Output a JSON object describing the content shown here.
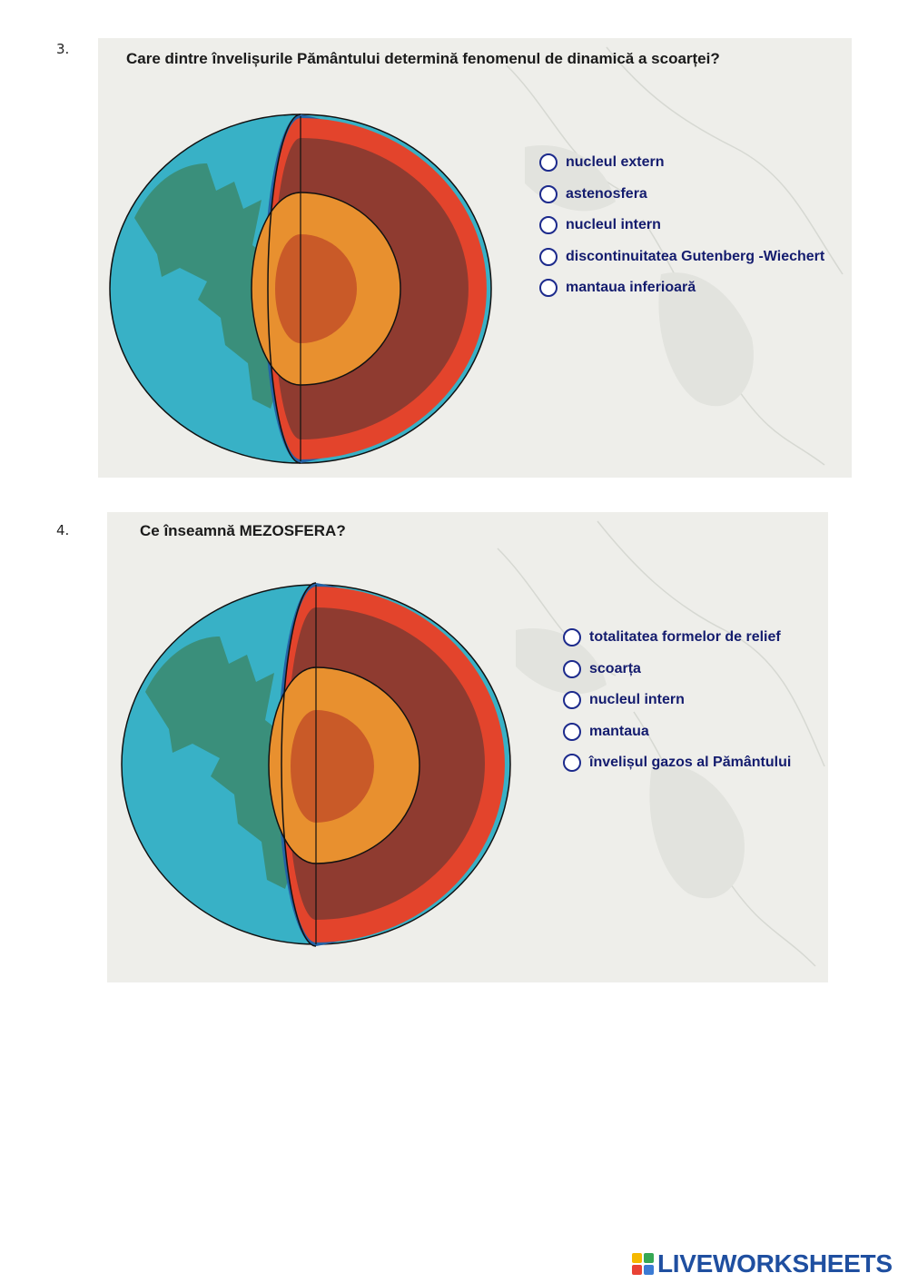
{
  "questions": [
    {
      "number": "3.",
      "title": "Care dintre învelișurile Pământului determină fenomenul de dinamică a scoarței?",
      "options": [
        "nucleul extern",
        "astenosfera",
        "nucleul intern",
        "discontinuitatea Gutenberg -Wiechert",
        "mantaua inferioară"
      ]
    },
    {
      "number": "4.",
      "title": "Ce înseamnă MEZOSFERA?",
      "options": [
        "totalitatea formelor de relief",
        "scoarța",
        "nucleul intern",
        "mantaua",
        "învelișul gazos al Pământului"
      ]
    }
  ],
  "diagram_colors": {
    "ocean": "#38b1c6",
    "land": "#3a8f7b",
    "crust_edge": "#2463a6",
    "outer_layer": "#e3442c",
    "mantle": "#8f3b30",
    "outer_core": "#e8902f",
    "inner_core": "#c95a28"
  },
  "footer": {
    "logo_text": "LIVEWORKSHEETS",
    "logo_icon": "liveworksheets-logo-icon",
    "logo_colors": [
      "#f5b800",
      "#36a854",
      "#e94235",
      "#3b7bd4"
    ]
  }
}
